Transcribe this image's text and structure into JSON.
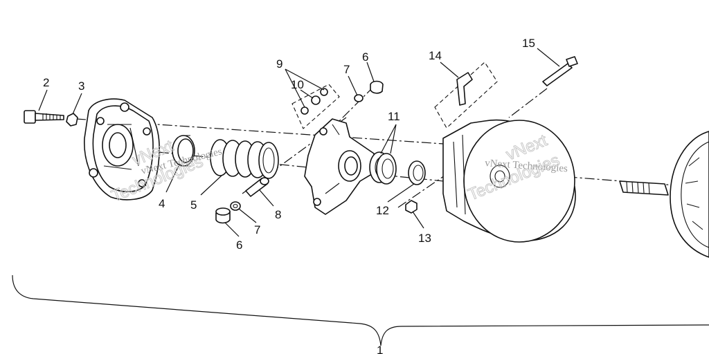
{
  "diagram": {
    "callouts": [
      "1",
      "2",
      "3",
      "4",
      "5",
      "6",
      "6",
      "7",
      "7",
      "8",
      "9",
      "10",
      "11",
      "12",
      "13",
      "14",
      "15"
    ],
    "watermarks": [
      "vNext Technologies",
      "vNext Technologies",
      "vNext",
      "Technologies",
      "vNext",
      "Technologies"
    ]
  }
}
